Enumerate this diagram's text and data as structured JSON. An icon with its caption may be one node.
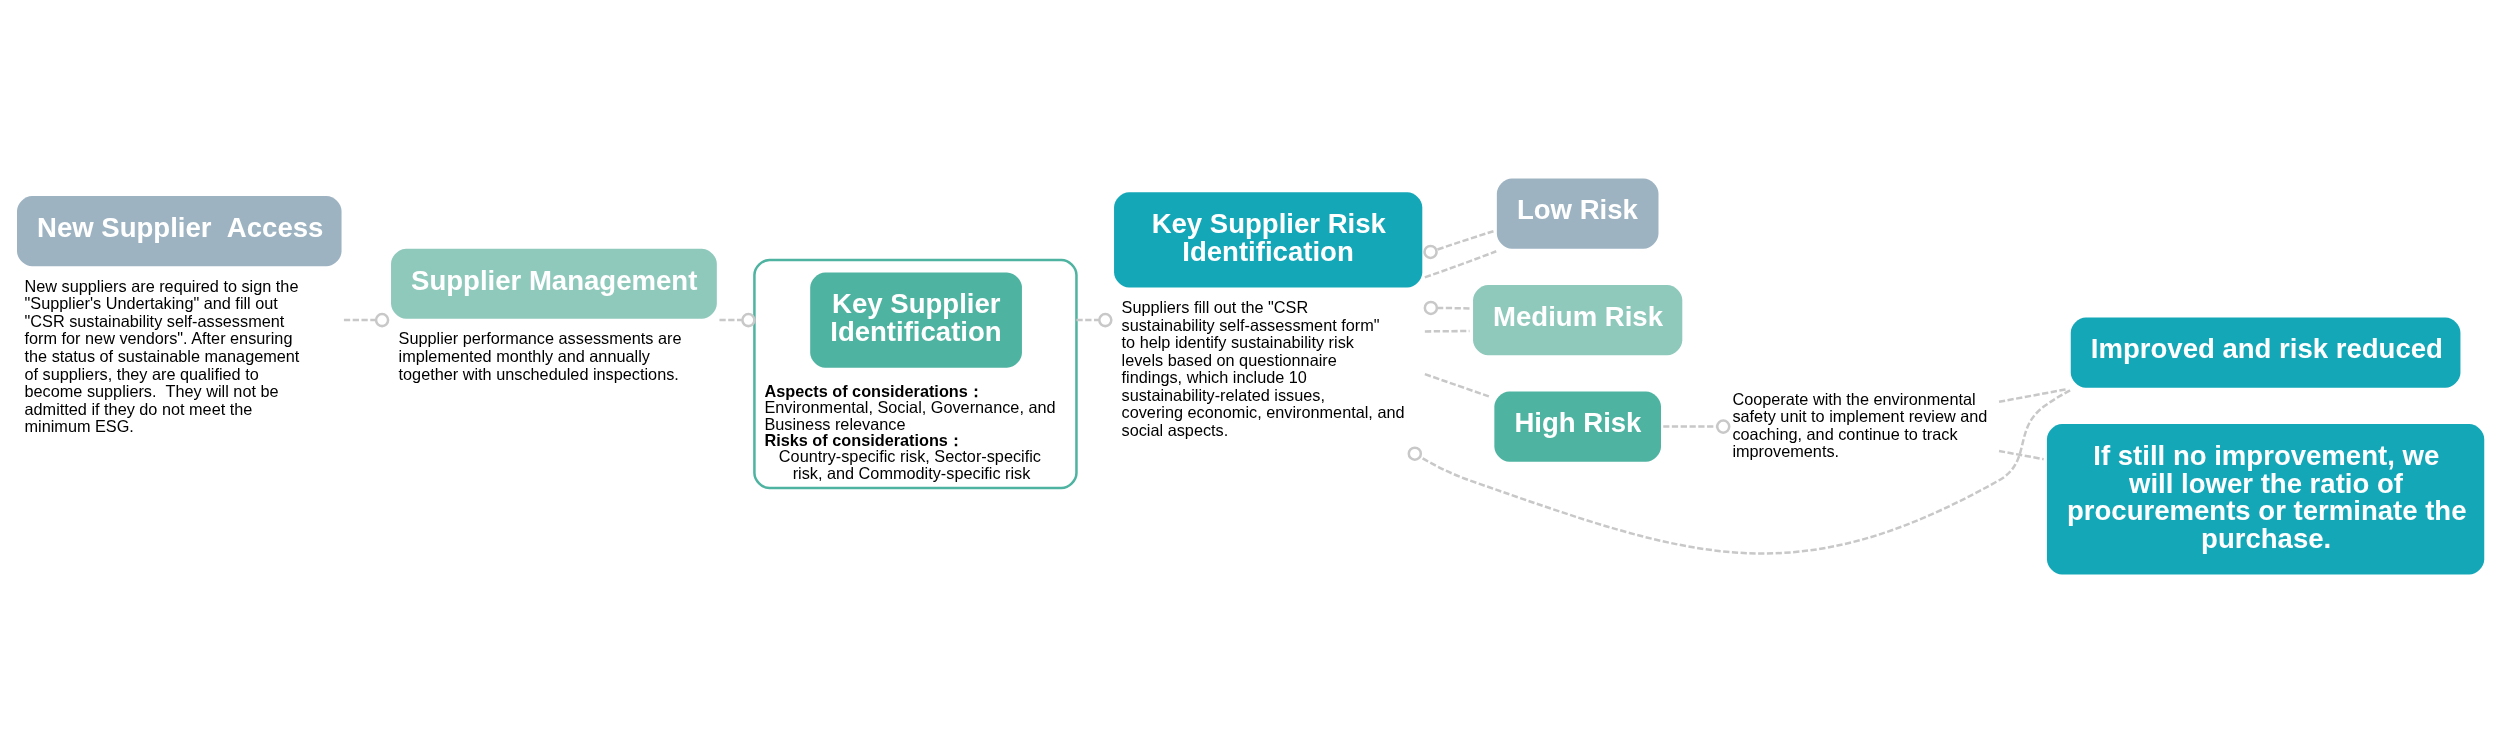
{
  "diagram": {
    "nodes": [
      {
        "text": [
          "New Supplier  Access"
        ],
        "beside": [
          "New suppliers are required to sign the \"Supplier's Undertaking\" and fill out \"CSR sustainability self-assessment form for new vendors\". After ensuring the status of sustainable management of suppliers, they are qualified to become suppliers.  They will not be admitted if they do not meet the minimum ESG."
        ]
      },
      {
        "text": [
          "Supplier Management"
        ],
        "beside": [
          "Supplier performance assessments are implemented monthly and annually together with unscheduled inspections."
        ]
      },
      {
        "text": [
          "Aspects of considerations：",
          "Environmental, Social, Governance, and Business relevance",
          "Risks of considerations：",
          "Country-specific risk, Sector-specific risk, and Commodity-specific risk"
        ]
      },
      {
        "text": [
          "Key Supplier Identification"
        ],
        "in": 2
      },
      {
        "text": [
          "Key Supplier Risk  Identification"
        ],
        "beside": [
          "Suppliers fill out the \"CSR sustainability self-assessment form\" to help identify sustainability risk levels based on questionnaire findings, which include 10 sustainability-related issues, covering economic, environmental, and social aspects."
        ]
      },
      {
        "text": [
          "Low Risk"
        ]
      },
      {
        "text": [
          "Medium Risk"
        ]
      },
      {
        "text": [
          "High Risk"
        ]
      },
      {
        "text": [
          "Cooperate with the environmental safety unit to implement review and coaching, and continue to track improvements."
        ]
      },
      {
        "text": [
          "Improved and risk reduced"
        ]
      },
      {
        "text": [
          "If still no improvement, we will lower the ratio of procurements or terminate the purchase."
        ]
      }
    ],
    "edges": [
      {
        "from": 0,
        "to": 1,
        "arrow": "other",
        "style": "dashed"
      },
      {
        "from": 1,
        "to": 2,
        "arrow": "other",
        "style": "dashed"
      },
      {
        "from": 2,
        "to": 4,
        "arrow": "other",
        "style": "dashed"
      },
      {
        "from": 4,
        "to": 5,
        "arrow": "none",
        "style": "dashed"
      },
      {
        "from": 4,
        "to": 6,
        "arrow": "none",
        "style": "dashed"
      },
      {
        "from": 4,
        "to": 7,
        "arrow": "none",
        "style": "dashed"
      },
      {
        "from": 5,
        "to": 4,
        "arrow": "other",
        "style": "dashed"
      },
      {
        "from": 6,
        "to": 4,
        "arrow": "other",
        "style": "dashed"
      },
      {
        "from": 7,
        "to": 8,
        "arrow": "other",
        "style": "dashed"
      },
      {
        "from": 8,
        "to": 9,
        "arrow": "none",
        "style": "dashed"
      },
      {
        "from": 8,
        "to": 10,
        "arrow": "none",
        "style": "dashed"
      },
      {
        "from": 9,
        "to": 4,
        "arrow": "other",
        "style": "dashed"
      }
    ]
  }
}
